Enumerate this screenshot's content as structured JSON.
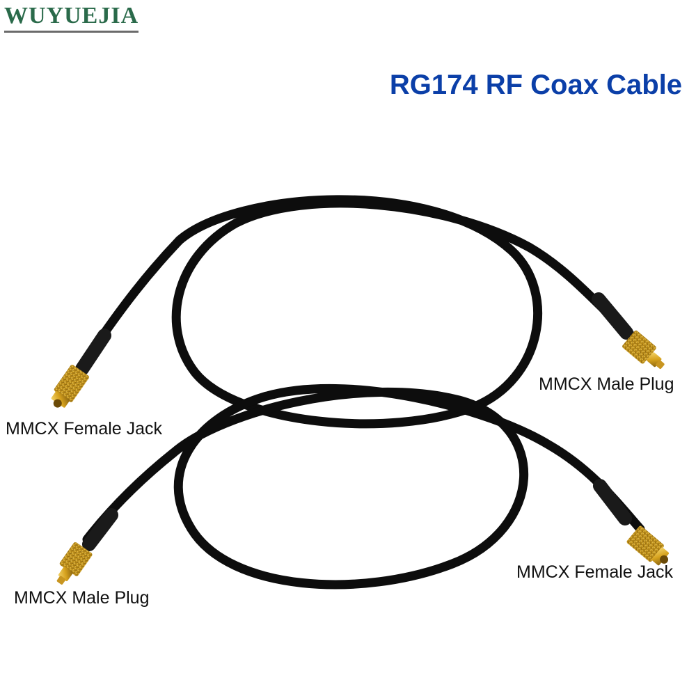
{
  "brand": {
    "text": "WUYUEJIA",
    "color": "#2a6a4a"
  },
  "title": {
    "text": "RG174 RF Coax Cable",
    "color": "#0b3fa8"
  },
  "labels": {
    "cable1_left": "MMCX Female Jack",
    "cable1_right": "MMCX Male Plug",
    "cable2_left": "MMCX Male Plug",
    "cable2_right": "MMCX Female Jack"
  },
  "colors": {
    "cable": "#0d0d0d",
    "connector_gold": "#d6a21e",
    "connector_shade": "#8a6410"
  }
}
